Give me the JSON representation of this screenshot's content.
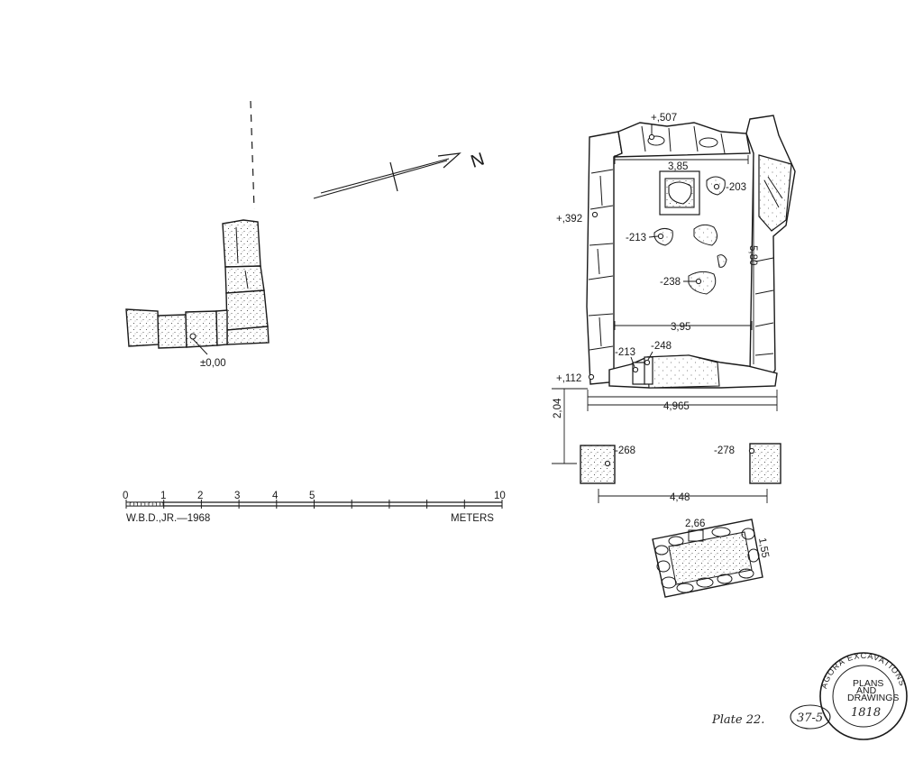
{
  "plan_left": {
    "datum_label": "±0,00"
  },
  "north_arrow": {
    "label": "N"
  },
  "scale_bar": {
    "ticks": [
      "0",
      "1",
      "2",
      "3",
      "4",
      "5",
      "10"
    ],
    "credit": "W.B.D.,JR.—1968",
    "unit": "METERS"
  },
  "plan_right": {
    "levels": {
      "top": "+,507",
      "left_upper": "+,392",
      "left_lower": "+,112",
      "pit_a": "-203",
      "pit_b": "-213",
      "pit_c": "-238",
      "door_a": "-213",
      "door_b": "-248",
      "pier_left": "-268",
      "pier_right": "-278"
    },
    "dimensions": {
      "inner_top_width": "3,85",
      "inner_bottom_width": "3,95",
      "inner_length": "5,80",
      "outer_width": "4,965",
      "pier_offset": "2,04",
      "pier_span": "4,48",
      "tomb_length": "2,66",
      "tomb_width": "1,55"
    }
  },
  "annotations": {
    "plate": "Plate 22.",
    "sheet_number": "37-5"
  },
  "stamp": {
    "ring_text": "AGORA EXCAVATIONS",
    "line1": "PLANS",
    "line2": "AND",
    "line3": "DRAWINGS",
    "number": "1818"
  },
  "colors": {
    "ink": "#1a1a1a",
    "paper": "#ffffff"
  }
}
